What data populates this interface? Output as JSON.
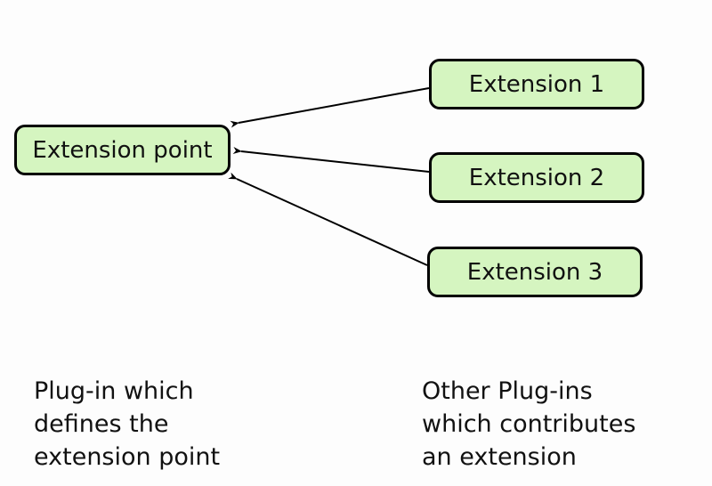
{
  "colors": {
    "background": "#fdfdfd",
    "node_fill": "#d5f5c0",
    "node_border": "#000000",
    "arrow": "#000000",
    "text": "#111111"
  },
  "nodes": {
    "extension_point": "Extension point",
    "extension_1": "Extension 1",
    "extension_2": "Extension 2",
    "extension_3": "Extension 3"
  },
  "edges": [
    {
      "from": "extension_1",
      "to": "extension_point"
    },
    {
      "from": "extension_2",
      "to": "extension_point"
    },
    {
      "from": "extension_3",
      "to": "extension_point"
    }
  ],
  "captions": {
    "left": [
      "Plug-in which",
      "defines the",
      "extension point"
    ],
    "right": [
      "Other Plug-ins",
      "which contributes",
      "an extension"
    ]
  }
}
